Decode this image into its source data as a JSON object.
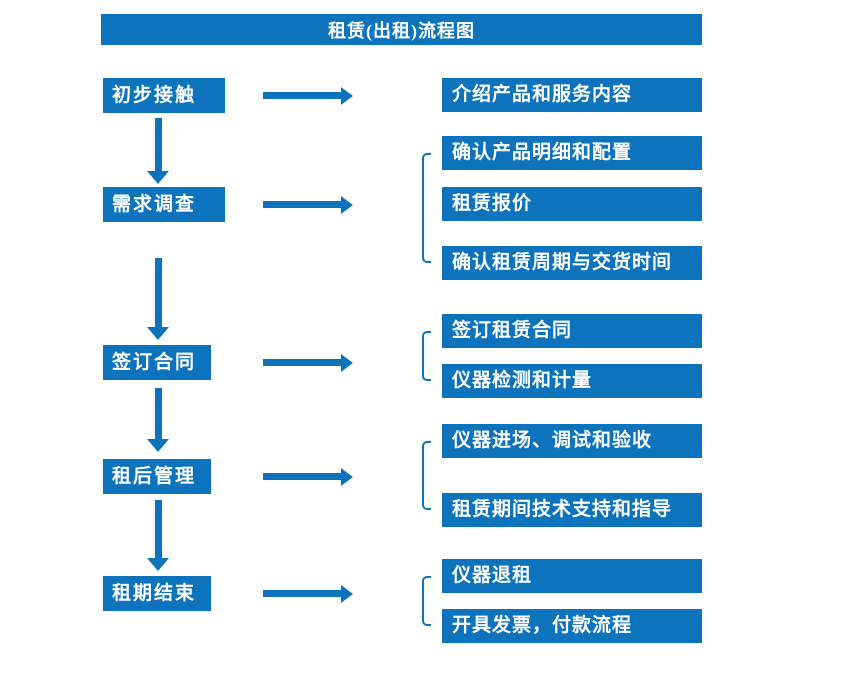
{
  "title": "租赁(出租)流程图",
  "colors": {
    "accent": "#0d73bd",
    "box_text": "#ffffff",
    "background": "#ffffff"
  },
  "steps": [
    {
      "label": "初步接触",
      "details": [
        "介绍产品和服务内容"
      ]
    },
    {
      "label": "需求调查",
      "details": [
        "确认产品明细和配置",
        "租赁报价",
        "确认租赁周期与交货时间"
      ]
    },
    {
      "label": "签订合同",
      "details": [
        "签订租赁合同",
        "仪器检测和计量"
      ]
    },
    {
      "label": "租后管理",
      "details": [
        "仪器进场、调试和验收",
        "租赁期间技术支持和指导"
      ]
    },
    {
      "label": "租期结束",
      "details": [
        "仪器退租",
        "开具发票，付款流程"
      ]
    }
  ]
}
